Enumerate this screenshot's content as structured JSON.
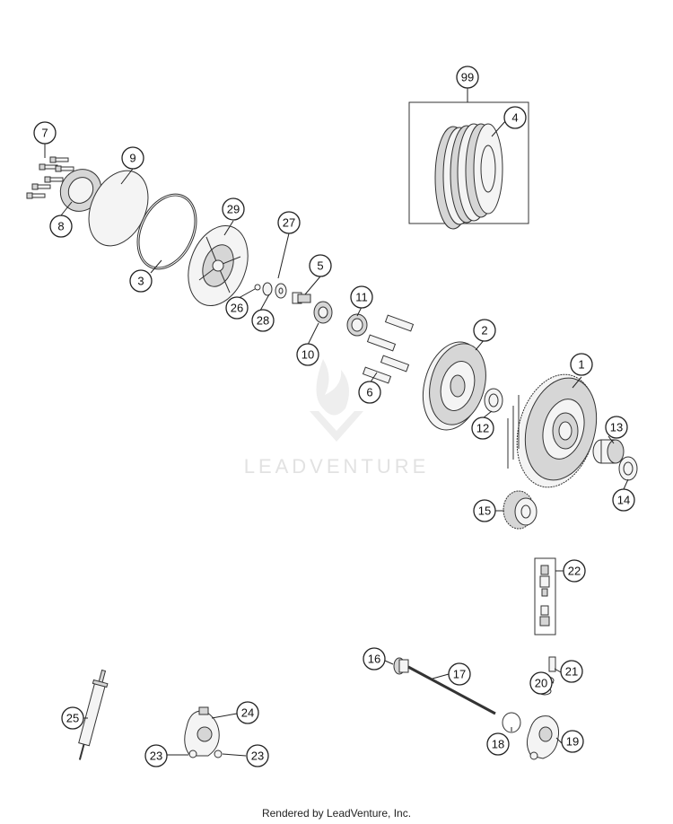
{
  "callouts": [
    "1",
    "2",
    "3",
    "4",
    "5",
    "6",
    "7",
    "8",
    "9",
    "10",
    "11",
    "12",
    "13",
    "14",
    "15",
    "16",
    "17",
    "18",
    "19",
    "20",
    "21",
    "22",
    "23",
    "24",
    "25",
    "26",
    "27",
    "28",
    "29",
    "99"
  ],
  "watermark": "LEADVENTURE",
  "footer": "Rendered by LeadVenture, Inc."
}
